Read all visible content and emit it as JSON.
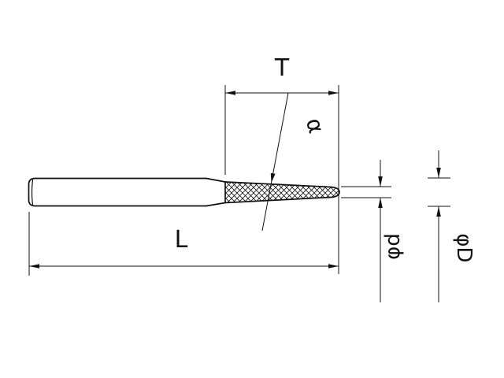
{
  "drawing": {
    "background_color": "#ffffff",
    "line_color": "#111111",
    "labels": {
      "flute_length": "T",
      "overall_length": "L",
      "taper_angle": "α",
      "tip_diameter": "φd",
      "body_diameter": "φD"
    }
  }
}
